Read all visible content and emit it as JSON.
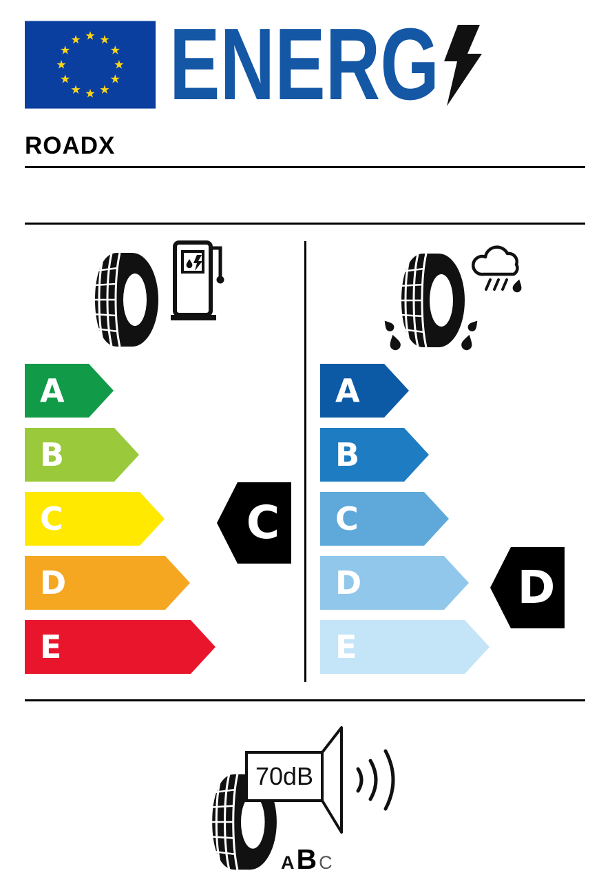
{
  "colors": {
    "logo_blue": "#1457a5",
    "eu_blue": "#0b3f9f",
    "star_yellow": "#ffd617",
    "indicator_black": "#000000"
  },
  "header": {
    "logo_text": "ENERG"
  },
  "brand": {
    "name": "ROADX"
  },
  "fuel_efficiency": {
    "rating": "C",
    "classes": [
      {
        "letter": "A",
        "color": "#119a48"
      },
      {
        "letter": "B",
        "color": "#9aca3b"
      },
      {
        "letter": "C",
        "color": "#ffe900"
      },
      {
        "letter": "D",
        "color": "#f6a722"
      },
      {
        "letter": "E",
        "color": "#e9152c"
      }
    ]
  },
  "wet_grip": {
    "rating": "D",
    "classes": [
      {
        "letter": "A",
        "color": "#0c5aa5"
      },
      {
        "letter": "B",
        "color": "#1e7cc3"
      },
      {
        "letter": "C",
        "color": "#5ea9da"
      },
      {
        "letter": "D",
        "color": "#90c7ea"
      },
      {
        "letter": "E",
        "color": "#c4e4f7"
      }
    ]
  },
  "noise": {
    "decibels": "70dB",
    "classes": [
      "A",
      "B",
      "C"
    ],
    "rating": "B"
  },
  "icons": {
    "eu_flag": "eu-flag-icon",
    "lightning": "lightning-bolt-icon",
    "fuel_tire": "tire-icon",
    "fuel_pump": "fuel-pump-icon",
    "wet_tire": "tire-splash-icon",
    "rain_cloud": "rain-cloud-icon",
    "noise_tire": "tire-icon",
    "speaker": "speaker-icon",
    "sound_waves": "sound-waves-icon"
  }
}
